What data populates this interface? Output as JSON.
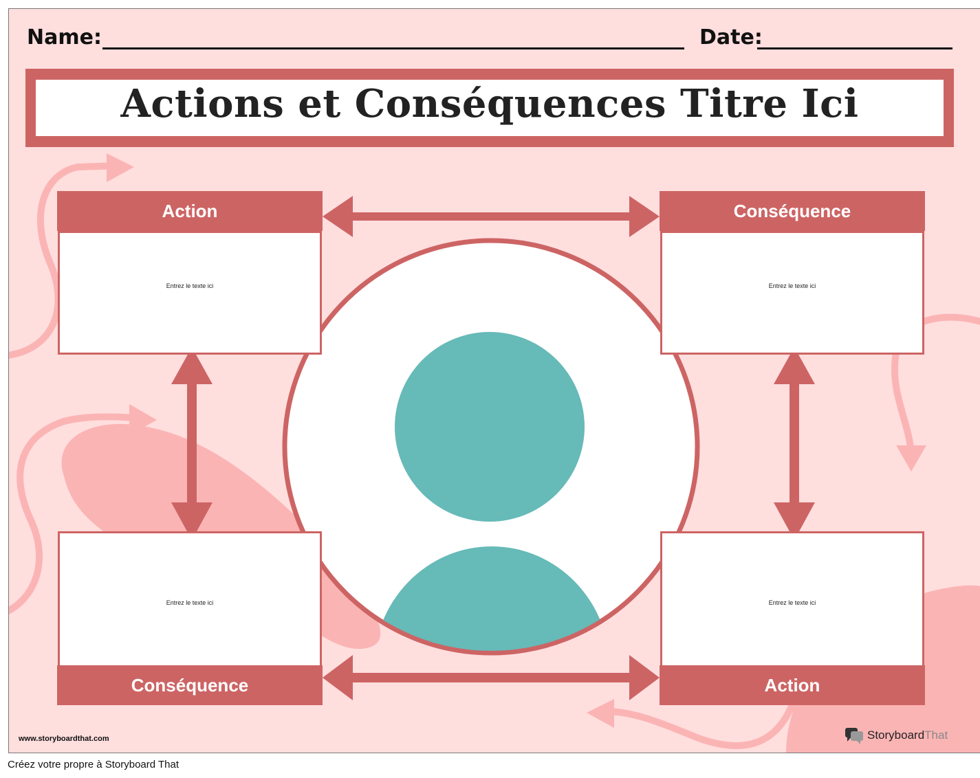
{
  "header": {
    "name_label": "Name:",
    "date_label": "Date:"
  },
  "title": "Actions et Conséquences Titre Ici",
  "boxes": [
    {
      "header": "Action",
      "placeholder": "Entrez le texte ici"
    },
    {
      "header": "Conséquence",
      "placeholder": "Entrez le texte ici"
    },
    {
      "header": "Conséquence",
      "placeholder": "Entrez le texte ici"
    },
    {
      "header": "Action",
      "placeholder": "Entrez le texte ici"
    }
  ],
  "footer": {
    "url": "www.storyboardthat.com",
    "brand_part1": "Storyboard",
    "brand_part2": "That",
    "caption": "Créez votre propre à Storyboard That"
  },
  "colors": {
    "background": "#ffdede",
    "accent": "#cd6464",
    "decor": "#fbb4b4",
    "avatar": "#66bab7"
  }
}
